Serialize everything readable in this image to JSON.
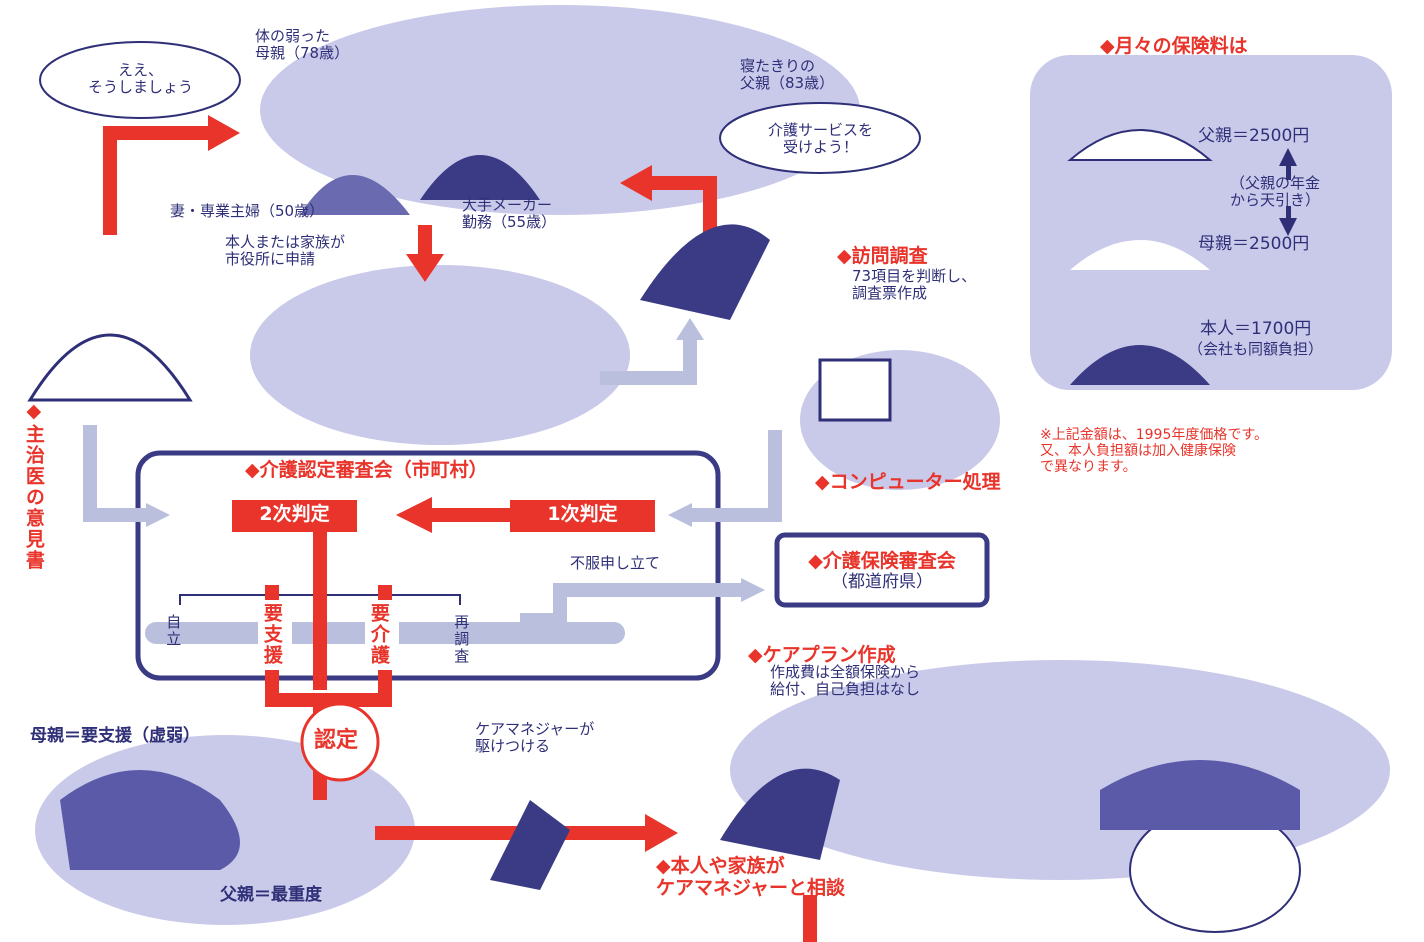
{
  "colors": {
    "red": "#e8342a",
    "navy": "#2f2f78",
    "lavender": "#c9c9ea",
    "gray_blue": "#b9bfdc",
    "white": "#ffffff"
  },
  "top_scene": {
    "mother_label": "体の弱った\n母親（78歳）",
    "father_label": "寝たきりの\n父親（83歳）",
    "bubble_left": "ええ、\nそうしましょう",
    "bubble_right": "介護サービスを\n受けよう！",
    "wife_label": "妻・専業主婦（50歳）",
    "husband_label": "大手メーカー\n勤務（55歳）"
  },
  "application_label": "本人または家族が\n市役所に申請",
  "visit": {
    "title": "◆訪問調査",
    "desc": "73項目を判断し、\n調査票作成"
  },
  "doctor_opinion": "◆主治医の意見書",
  "computer_processing": "◆コンピューター処理",
  "committee": {
    "title": "◆介護認定審査会（市町村）",
    "second_judgement": "2次判定",
    "first_judgement": "1次判定",
    "objection": "不服申し立て",
    "outcomes": [
      "自立",
      "要支援",
      "要介護",
      "再調査"
    ]
  },
  "insurance_review": {
    "title": "◆介護保険審査会",
    "sub": "（都道府県）"
  },
  "care_plan": {
    "title": "◆ケアプラン作成",
    "desc": "作成費は全額保険から\n給付、自己負担はなし"
  },
  "bottom": {
    "mother_status": "母親＝要支援（虚弱）",
    "father_status": "父親＝最重度",
    "stamp": "認定",
    "care_manager_arrives": "ケアマネジャーが\n駆けつける",
    "consult": "◆本人や家族が\nケアマネジャーと相談"
  },
  "premium": {
    "title": "◆月々の保険料は",
    "father": "父親＝2500円",
    "deduction": "（父親の年金\nから天引き）",
    "mother": "母親＝2500円",
    "self": "本人＝1700円",
    "self_note": "（会社も同額負担）",
    "note": "※上記金額は、1995年度価格です。\n又、本人負担額は加入健康保険\nで異なります。"
  }
}
